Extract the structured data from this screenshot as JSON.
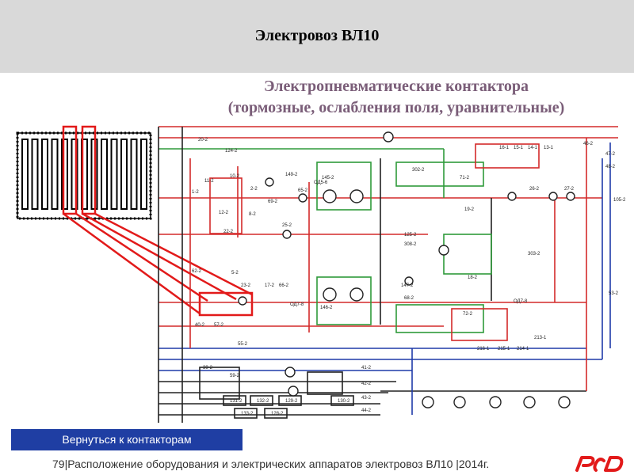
{
  "header": {
    "title": "Электровоз ВЛ10"
  },
  "subtitle": {
    "line1": "Электропневматические контактора",
    "line2": "(тормозные, ослабления поля, уравнительные)"
  },
  "back_button": {
    "label": "Вернуться к контакторам"
  },
  "footer": {
    "text": "79|Расположение оборудования и электрических аппаратов электровоз ВЛ10 |2014г."
  },
  "colors": {
    "header_bg": "#d9d9d9",
    "subtitle": "#7a5d78",
    "button": "#1f3ea3",
    "circuit_red": "#d42a2a",
    "circuit_green": "#2e9a3a",
    "circuit_blue": "#1f3aa8",
    "circuit_black": "#222222",
    "logo_red": "#e21a1a"
  },
  "icons": {
    "logo": "rzd-logo-icon"
  },
  "diagram": {
    "labels": [
      "20-2",
      "124-2",
      "46-2",
      "47-2",
      "48-2",
      "149-2",
      "65-2",
      "ОД5-6",
      "145-2",
      "302-2",
      "71-2",
      "10-2",
      "11-2",
      "12-2",
      "8-2",
      "22-2",
      "1-2",
      "2-2",
      "69-2",
      "25-2",
      "26-2",
      "27-2",
      "19-2",
      "125-2",
      "308-2",
      "303-2",
      "62-2",
      "5-2",
      "23-2",
      "17-2",
      "66-2",
      "ОД7-8",
      "146-2",
      "68-2",
      "147-2",
      "18-2",
      "ОД7-8",
      "40-2",
      "57-2",
      "55-2",
      "53-2",
      "39-2",
      "59-2",
      "41-2",
      "42-2",
      "43-2",
      "44-2",
      "131-2",
      "132-2",
      "129-2",
      "130-2",
      "133-2",
      "128-2",
      "72-2",
      "216-1",
      "215-1",
      "214-1",
      "213-1",
      "105-2",
      "16-1",
      "15-1",
      "14-1",
      "13-1"
    ]
  }
}
